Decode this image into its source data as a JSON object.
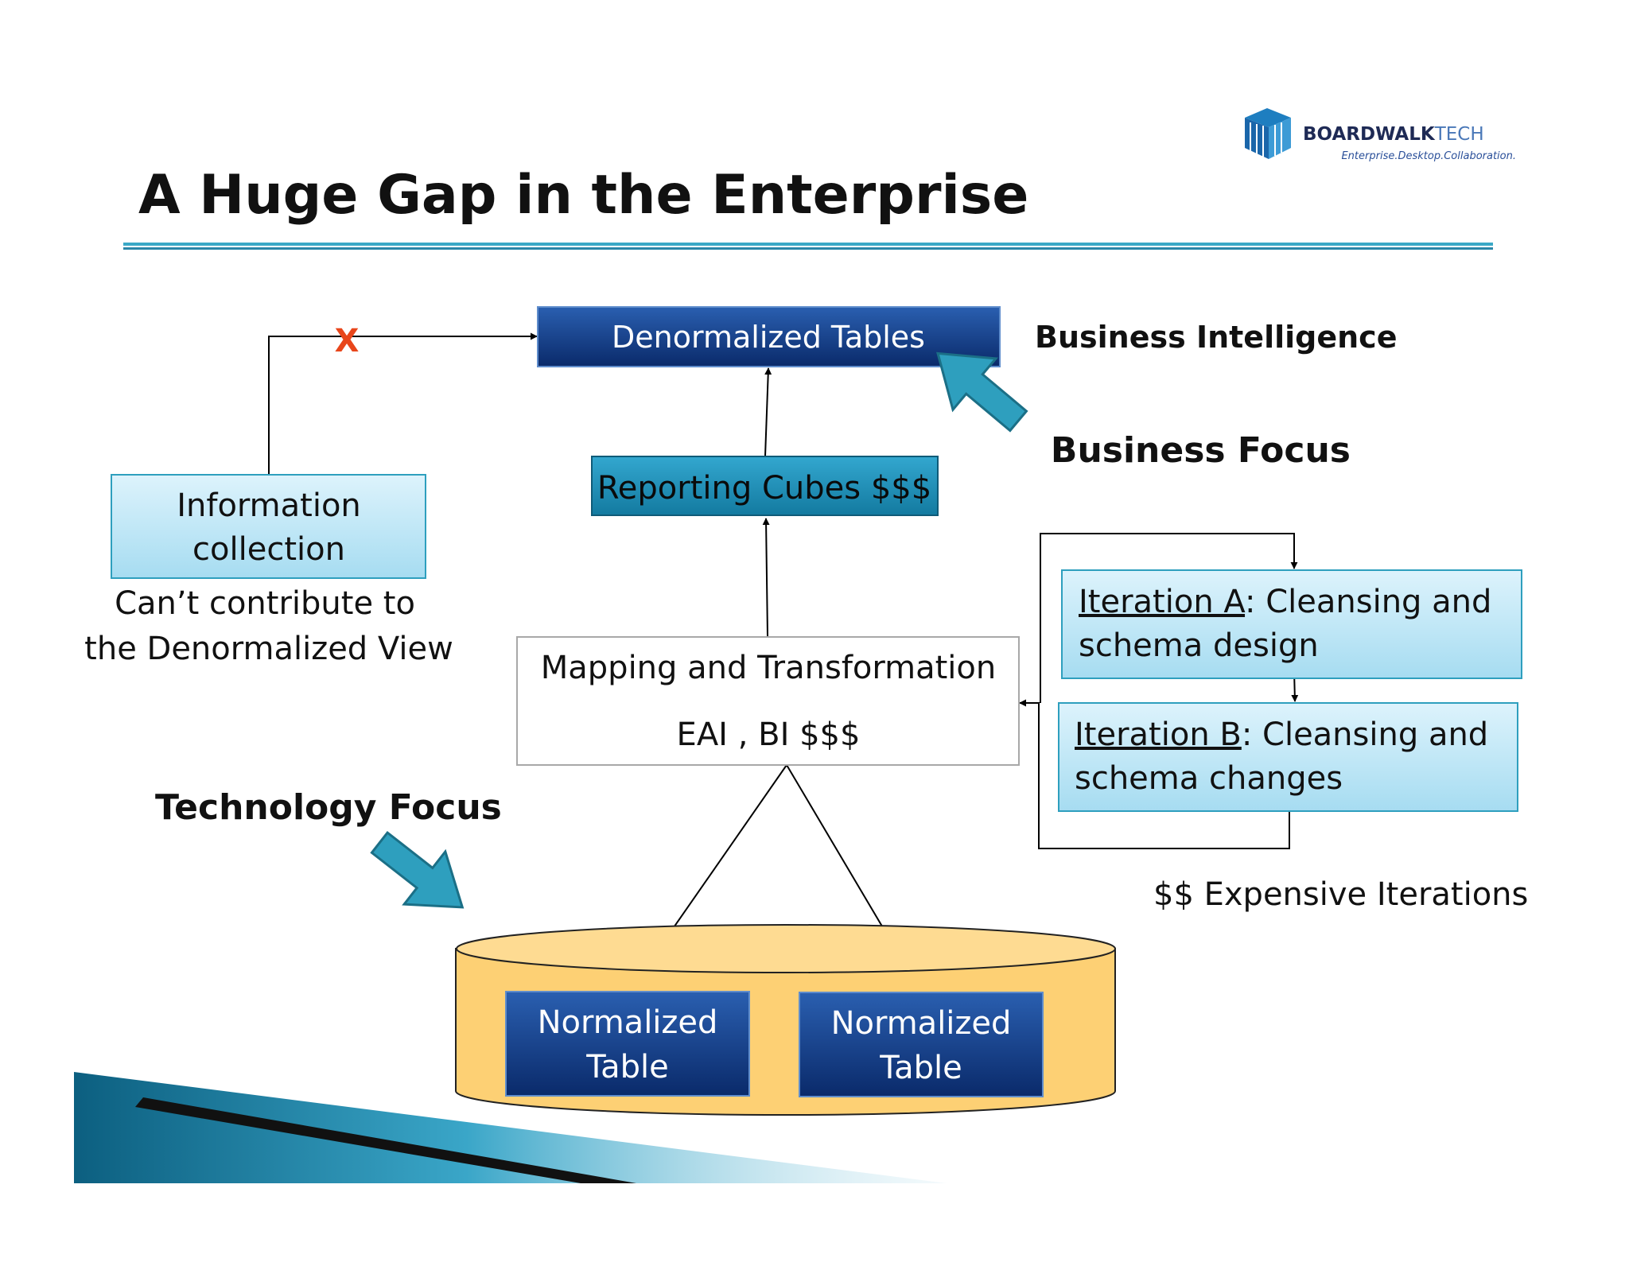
{
  "slide": {
    "title": "A Huge Gap in the Enterprise"
  },
  "logo": {
    "name": "BOARDWALKTECH",
    "name_part1": "BOARDWALK",
    "name_part2": "TECH",
    "tagline": "Enterprise.Desktop.Collaboration."
  },
  "colors": {
    "dark_box": "#0f3b85",
    "teal_box": "#1b8fb8",
    "light_box": "#bfe6f6",
    "cylinder": "#fdd074",
    "arrow_teal": "#2e9fbe",
    "x_mark": "#e8461b",
    "rule": "#3aa8c6"
  },
  "diagram": {
    "denormalized": "Denormalized Tables",
    "bi_label": "Business Intelligence",
    "business_focus": "Business Focus",
    "reporting_cubes": "Reporting Cubes $$$",
    "info_line1": "Information",
    "info_line2": "collection",
    "cant_line1": "Can’t contribute to",
    "cant_line2": "the Denormalized View",
    "x_mark": "X",
    "mapping_line1": "Mapping and Transformation",
    "mapping_line2": "EAI , BI $$$",
    "iteration_a_link": "Iteration A",
    "iteration_a_rest": ": Cleansing and",
    "iteration_a_line2": "schema design",
    "iteration_b_link": "Iteration B",
    "iteration_b_rest": ": Cleansing and",
    "iteration_b_line2": "schema changes",
    "expensive": "$$ Expensive Iterations",
    "technology_focus": "Technology Focus",
    "normalized_left_1": "Normalized",
    "normalized_left_2": "Table",
    "normalized_right_1": "Normalized",
    "normalized_right_2": "Table"
  }
}
